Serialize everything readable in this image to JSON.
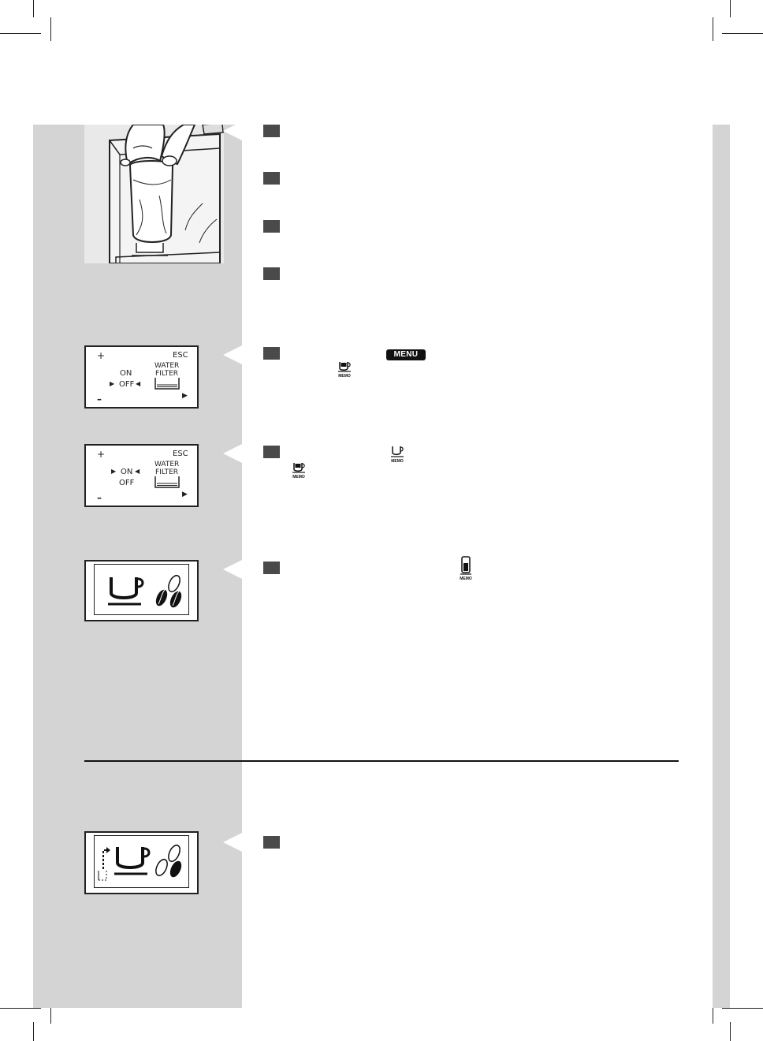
{
  "menu_button": {
    "label": "MENU"
  },
  "memo_label": "MEMO",
  "screens": {
    "filter_off": {
      "plus": "+",
      "esc": "ESC",
      "on": "ON",
      "off": "OFF",
      "water": "WATER",
      "filter": "FILTER",
      "minus": "–"
    },
    "filter_on": {
      "plus": "+",
      "esc": "ESC",
      "on": "ON",
      "off": "OFF",
      "water": "WATER",
      "filter": "FILTER",
      "minus": "–"
    }
  },
  "colors": {
    "panel_gray": "#d4d4d4",
    "step_box": "#4a4a4a",
    "ink": "#111111"
  },
  "icons": [
    "cup-icon",
    "coffee-beans-icon",
    "milk-cup-memo-icon",
    "cup-memo-icon",
    "water-tank-memo-icon",
    "arrow-up-icon"
  ]
}
